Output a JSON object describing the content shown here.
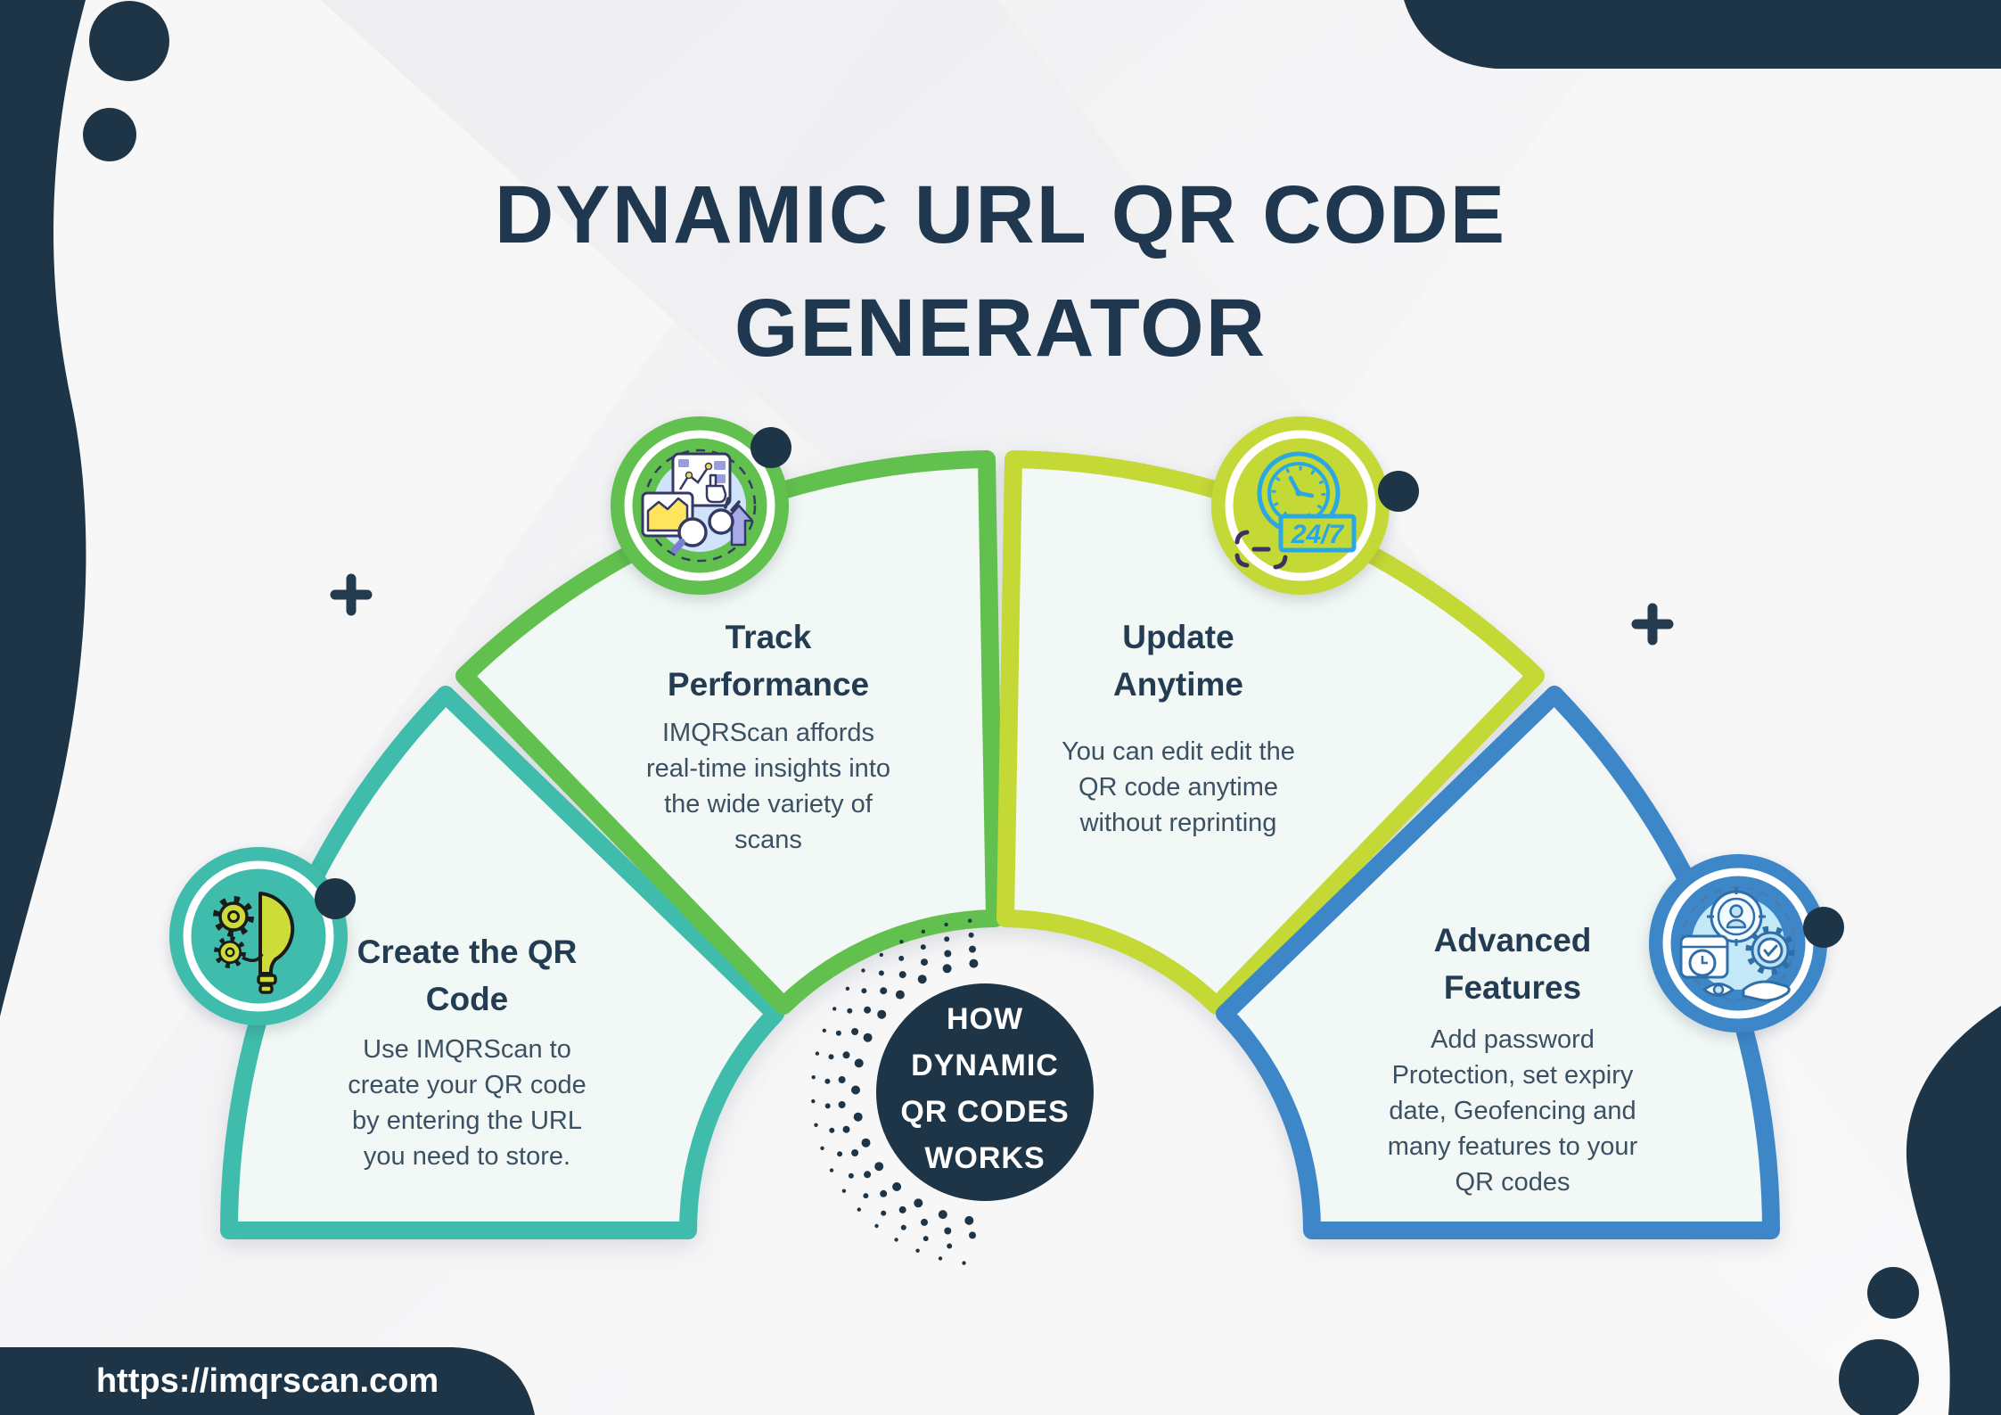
{
  "title": {
    "line1": "DYNAMIC URL QR CODE",
    "line2": "GENERATOR"
  },
  "center_badge": {
    "text": "HOW\nDYNAMIC\nQR CODES\nWORKS"
  },
  "footer": {
    "url": "https://imqrscan.com"
  },
  "sections": [
    {
      "name": "create-qr-code",
      "heading": "Create the QR\nCode",
      "body": "Use IMQRScan to\ncreate your QR code\nby entering the URL\nyou need to store.",
      "accent": "#3fbcab",
      "icon": "lightbulb-gears-icon"
    },
    {
      "name": "track-performance",
      "heading": "Track\nPerformance",
      "body": "IMQRScan affords\nreal-time insights into\nthe wide variety of\nscans",
      "accent": "#62c14e",
      "icon": "analytics-hand-chart-icon"
    },
    {
      "name": "update-anytime",
      "heading": "Update\nAnytime",
      "body": "You can edit edit the\nQR code anytime\nwithout reprinting",
      "accent": "#c4d836",
      "icon": "clock-24-7-icon"
    },
    {
      "name": "advanced-features",
      "heading": "Advanced\nFeatures",
      "body": "Add password\nProtection, set expiry\ndate, Geofencing and\nmany features to your\nQR codes",
      "accent": "#3d87c9",
      "icon": "security-settings-icon"
    }
  ],
  "badges": {
    "update_icon_label": "24/7"
  },
  "colors": {
    "navy": "#1e3547",
    "teal": "#3fbcab",
    "green": "#62c14e",
    "lime": "#c4d836",
    "blue": "#3d87c9",
    "wedge_fill": "#f2f8f5",
    "heading_text": "#243c52",
    "body_text": "#3c5063"
  }
}
